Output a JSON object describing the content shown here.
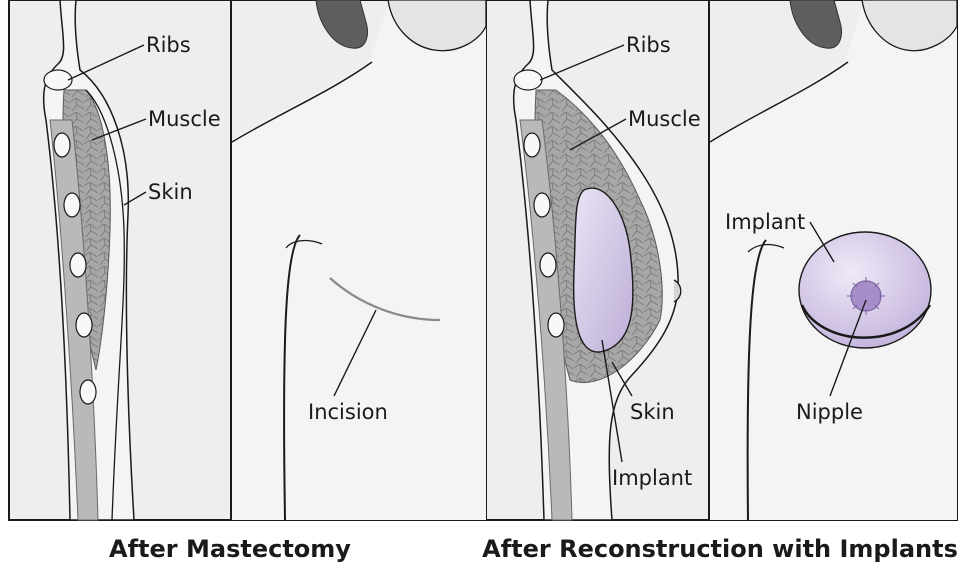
{
  "panels": {
    "mastectomy_side": {
      "labels": {
        "ribs": "Ribs",
        "muscle": "Muscle",
        "skin": "Skin"
      }
    },
    "mastectomy_front": {
      "labels": {
        "incision": "Incision"
      }
    },
    "reconstruction_side": {
      "labels": {
        "ribs": "Ribs",
        "muscle": "Muscle",
        "skin": "Skin",
        "implant": "Implant"
      }
    },
    "reconstruction_front": {
      "labels": {
        "implant": "Implant",
        "nipple": "Nipple"
      }
    }
  },
  "captions": {
    "left": "After Mastectomy",
    "right": "After Reconstruction with Implants"
  },
  "colors": {
    "background": "#eeeeee",
    "skin_fill": "#efefef",
    "hair": "#5e5e5e",
    "muscle": "#a9a9a9",
    "rib": "#f7f7f7",
    "implant": "#d4c8e6",
    "nipple": "#a78ec9",
    "line": "#1a1a1a"
  }
}
